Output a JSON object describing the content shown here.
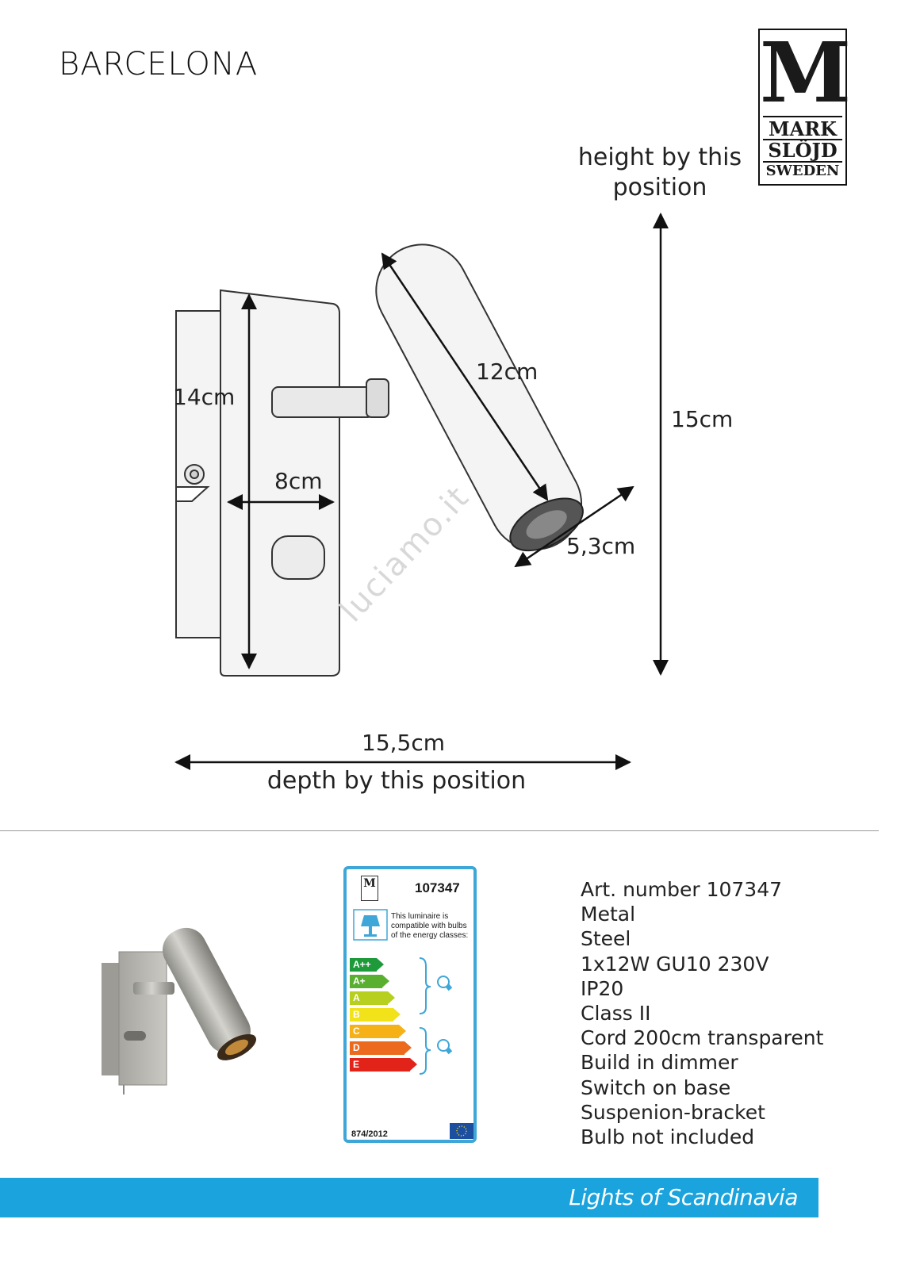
{
  "title": "BARCELONA",
  "brand": {
    "letter": "M",
    "line1": "MARK",
    "line2": "SLÖJD",
    "line3": "SWEDEN"
  },
  "dimensions": {
    "height_note": "height by this position",
    "depth_note": "depth by this position",
    "plate_height": "14cm",
    "plate_depth": "8cm",
    "shade_length": "12cm",
    "shade_diameter": "5,3cm",
    "total_height": "15cm",
    "total_depth": "15,5cm"
  },
  "watermark": "luciamo.it",
  "energy_label": {
    "brand_mini": "M",
    "article": "107347",
    "compatible_text": "This luminaire is compatible with bulbs of the energy classes:",
    "regulation": "874/2012",
    "classes": [
      {
        "label": "A++",
        "color": "#1f9a3b"
      },
      {
        "label": "A+",
        "color": "#59b030"
      },
      {
        "label": "A",
        "color": "#b7cf1e"
      },
      {
        "label": "B",
        "color": "#f1e21a"
      },
      {
        "label": "C",
        "color": "#f6b116"
      },
      {
        "label": "D",
        "color": "#ec6a1e"
      },
      {
        "label": "E",
        "color": "#e2231a"
      }
    ]
  },
  "specs": [
    "Art. number 107347",
    "Metal",
    "Steel",
    "1x12W GU10 230V",
    "IP20",
    "Class II",
    "Cord 200cm transparent",
    "Build in dimmer",
    "Switch on base",
    "Suspenion-bracket",
    "Bulb not included"
  ],
  "footer": "Lights of Scandinavia",
  "colors": {
    "footer_bg": "#1aa3dc",
    "label_border": "#3fa6d8"
  }
}
